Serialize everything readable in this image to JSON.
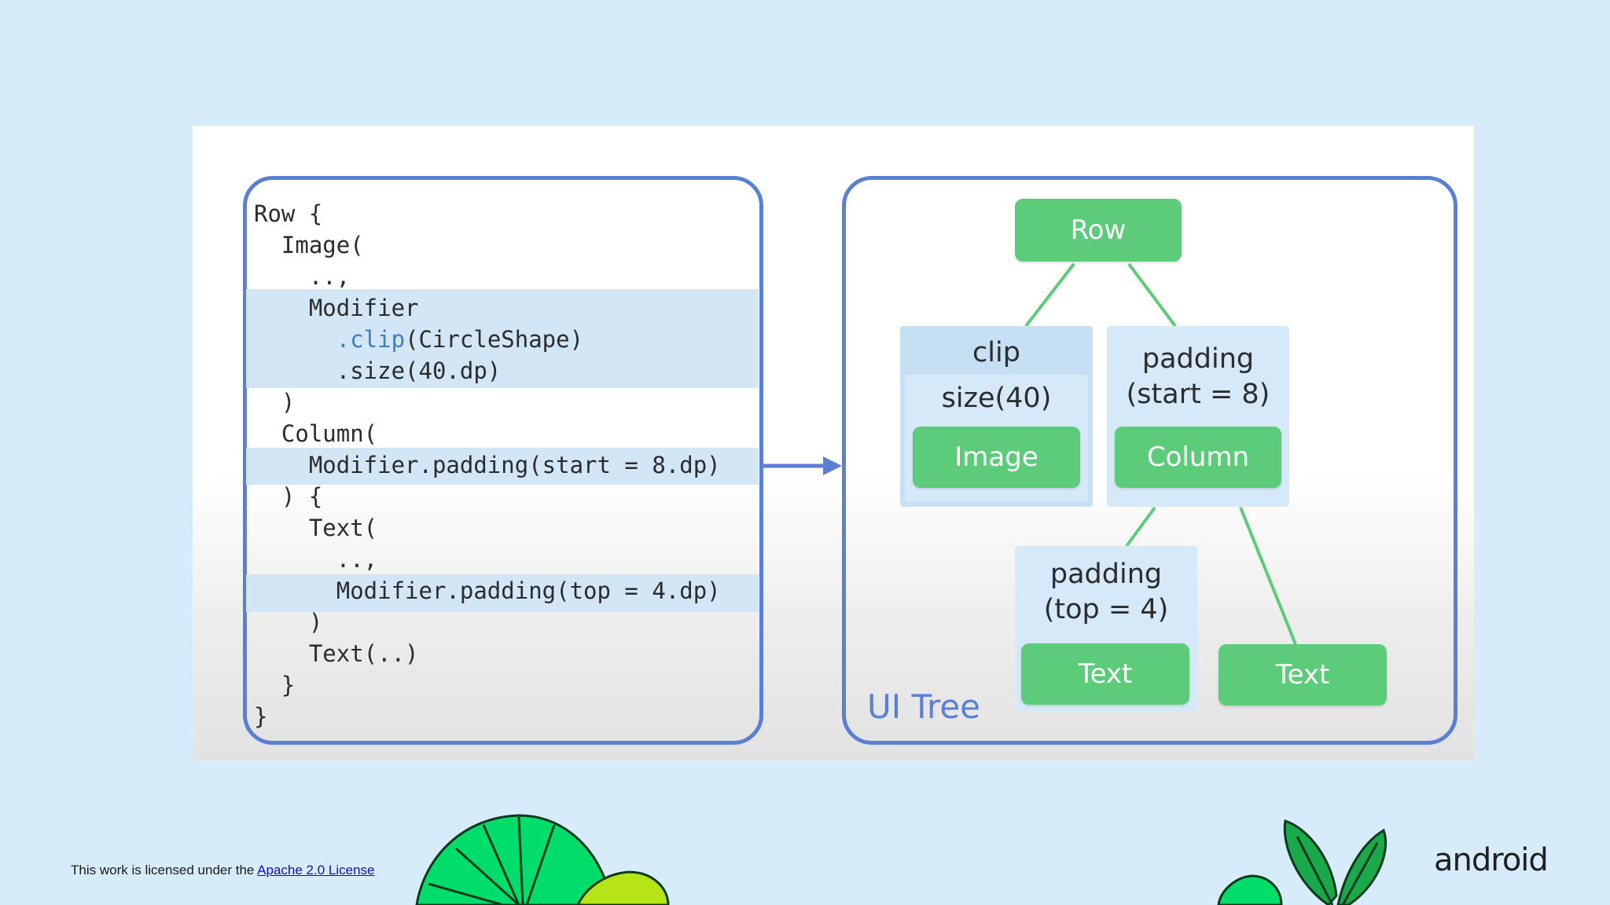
{
  "code": {
    "lines": [
      "Row {",
      "  Image(",
      "    ..,",
      "    Modifier",
      "      .clip(CircleShape)",
      "      .size(40.dp)",
      "  )",
      "  Column(",
      "    Modifier.padding(start = 8.dp)",
      "  ) {",
      "    Text(",
      "      ..,",
      "      Modifier.padding(top = 4.dp)",
      "    )",
      "    Text(..)",
      "  }",
      "}"
    ],
    "clip_keyword": ".clip",
    "clip_rest": "(CircleShape)"
  },
  "tree": {
    "title": "UI Tree",
    "root_label": "Row",
    "clip_label": "clip",
    "size_label": "size(40)",
    "image_label": "Image",
    "padding_start_line1": "padding",
    "padding_start_line2": "(start = 8)",
    "column_label": "Column",
    "padding_top_line1": "padding",
    "padding_top_line2": "(top = 4)",
    "text1_label": "Text",
    "text2_label": "Text"
  },
  "footer": {
    "license_prefix": "This work is licensed under the ",
    "license_link": "Apache 2.0 License",
    "brand": "android"
  },
  "colors": {
    "background": "#d7ecfb",
    "panel_border": "#5b7fd4",
    "node_green": "#5ccb7a",
    "highlight": "#d3e6f6",
    "code_keyword": "#3f7fb5"
  }
}
